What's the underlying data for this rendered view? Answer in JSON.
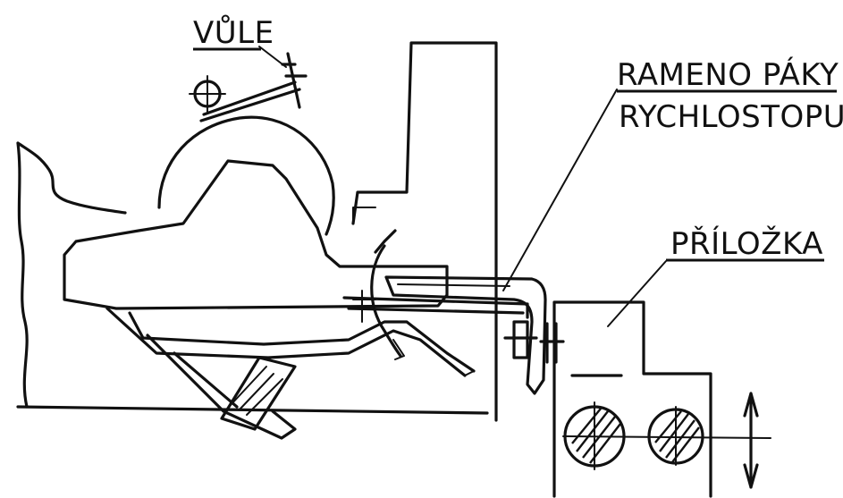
{
  "labels": {
    "vule": "VŮLE",
    "rameno_line1": "RAMENO PÁKY",
    "rameno_line2": "RYCHLOSTOPU",
    "prilozka": "PŘÍLOŽKA"
  }
}
